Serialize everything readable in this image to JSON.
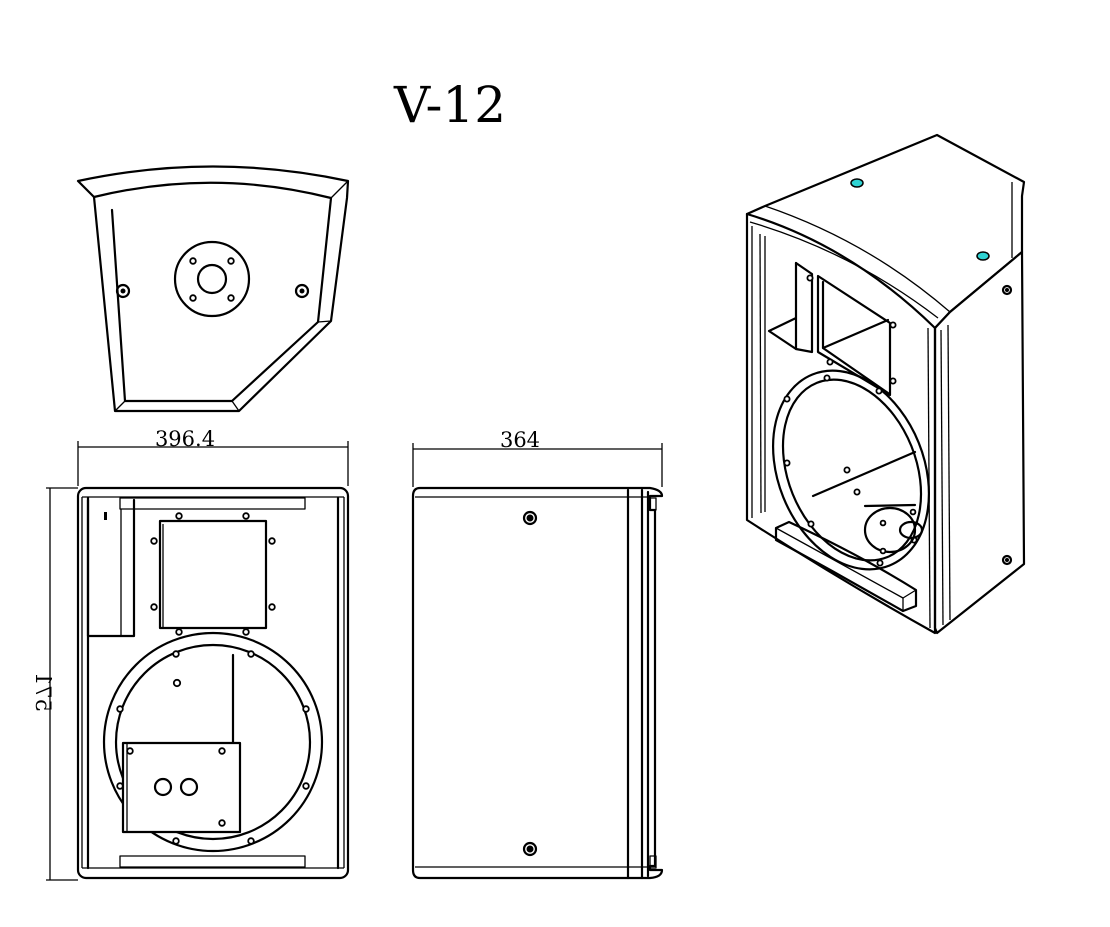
{
  "title": "V-12",
  "dimensions": {
    "front_width": "396.4",
    "side_depth": "364",
    "height": "571"
  },
  "colors": {
    "line": "#000000",
    "background": "#ffffff",
    "rigging_point": "#2fd3d3"
  }
}
